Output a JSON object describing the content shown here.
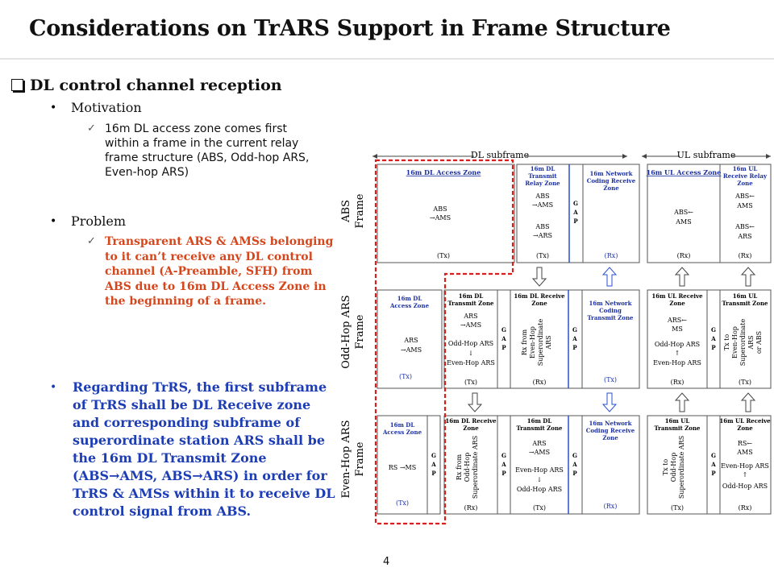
{
  "title": "Considerations on TrARS Support in Frame Structure",
  "heading": "DL control channel reception",
  "motivation_label": "Motivation",
  "motivation_text": "16m DL access zone comes first within a frame in the current relay frame structure (ABS, Odd-hop ARS, Even-hop ARS)",
  "problem_label": "Problem",
  "problem_text": "Transparent ARS & AMSs belonging to it can’t receive any DL control channel (A-Preamble, SFH) from ABS due to 16m DL Access Zone in the beginning of a frame.",
  "regarding_text": "Regarding TrRS, the first subframe of TrRS shall be DL Receive zone and corresponding subframe of superordinate station ARS shall be the 16m DL Transmit Zone (ABS→AMS, ABS→ARS) in order for TrRS & AMSs within it to receive DL control signal from ABS.",
  "page_number": "4",
  "diagram": {
    "dl_subframe": "DL subframe",
    "ul_subframe": "UL subframe",
    "rows": [
      "ABS Frame",
      "Odd-Hop ARS Frame",
      "Even-Hop ARS Frame"
    ],
    "row_labels": [
      {
        "line1": "ABS",
        "line2": "Frame"
      },
      {
        "line1": "Odd-Hop ARS",
        "line2": "Frame"
      },
      {
        "line1": "Even-Hop ARS",
        "line2": "Frame"
      }
    ],
    "gap": [
      "G",
      "A",
      "P"
    ],
    "abs": {
      "c1_title": "16m DL Access Zone",
      "c1_body": [
        "ABS",
        "→AMS"
      ],
      "c1_foot": "(Tx)",
      "c2_title": [
        "16m DL",
        "Transmit",
        "Relay Zone"
      ],
      "c2_body": [
        "ABS",
        "→AMS",
        "ABS",
        "→ARS"
      ],
      "c2_foot": "(Tx)",
      "c3_title": [
        "16m Network",
        "Coding Receive",
        "Zone"
      ],
      "c3_foot": "(Rx)",
      "c4_title": "16m UL Access Zone",
      "c4_body": [
        "ABS←",
        "AMS"
      ],
      "c4_foot": "(Rx)",
      "c5_title": [
        "16m UL",
        "Receive Relay",
        "Zone"
      ],
      "c5_body": [
        "ABS←",
        "AMS",
        "ABS←",
        "ARS"
      ],
      "c5_foot": "(Rx)"
    },
    "odd": {
      "c1_title": [
        "16m DL",
        "Access Zone"
      ],
      "c1_body": [
        "ARS",
        "→AMS"
      ],
      "c1_foot": "(Tx)",
      "c2_title": [
        "16m DL",
        "Transmit Zone"
      ],
      "c2_body": [
        "ARS",
        "→AMS",
        "Odd-Hop ARS",
        "↓",
        "Even-Hop ARS"
      ],
      "c2_foot": "(Tx)",
      "c3_title": [
        "16m DL Receive",
        "Zone"
      ],
      "c3_rot": [
        "Rx from",
        "Even-Hop",
        "Superordinate",
        "ARS"
      ],
      "c3_foot": "(Rx)",
      "c4_title": [
        "16m Network",
        "Coding",
        "Transmit Zone"
      ],
      "c4_foot": "(Tx)",
      "c5_title": [
        "16m UL Receive",
        "Zone"
      ],
      "c5_body": [
        "ARS←",
        "MS",
        "Odd-Hop ARS",
        "↑",
        "Even-Hop ARS"
      ],
      "c5_foot": "(Rx)",
      "c6_title": [
        "16m UL",
        "Transmit Zone"
      ],
      "c6_rot": [
        "Tx to",
        "Even-Hop",
        "Superordinate",
        "ARS",
        "or ABS"
      ],
      "c6_foot": "(Tx)"
    },
    "even": {
      "c1_title": [
        "16m DL",
        "Access Zone"
      ],
      "c1_body": "RS →MS",
      "c1_foot": "(Tx)",
      "c2_title": [
        "16m DL Receive",
        "Zone"
      ],
      "c2_rot": [
        "Rx from",
        "Odd-Hop",
        "Superordinate ARS"
      ],
      "c2_foot": "(Rx)",
      "c3_title": [
        "16m DL",
        "Transmit Zone"
      ],
      "c3_body": [
        "ARS",
        "→AMS",
        "Even-Hop ARS",
        "↓",
        "Odd-Hop ARS"
      ],
      "c3_foot": "(Tx)",
      "c4_title": [
        "16m Network",
        "Coding Receive",
        "Zone"
      ],
      "c4_foot": "(Rx)",
      "c5_title": [
        "16m UL",
        "Transmit Zone"
      ],
      "c5_rot": [
        "Tx to",
        "Odd-Hop",
        "Superordinate ARS"
      ],
      "c5_foot": "(Tx)",
      "c6_title": [
        "16m UL Receive",
        "Zone"
      ],
      "c6_body": [
        "RS←",
        "AMS",
        "Even-Hop ARS",
        "↑",
        "Odd-Hop ARS"
      ],
      "c6_foot": "(Rx)"
    }
  },
  "colors": {
    "red": "#d6461c",
    "blue": "#1d3db5",
    "zone_title_blue": "#1a2fa0",
    "dashed_red": "#d62020",
    "arrow_blue": "#2a4fd0"
  }
}
